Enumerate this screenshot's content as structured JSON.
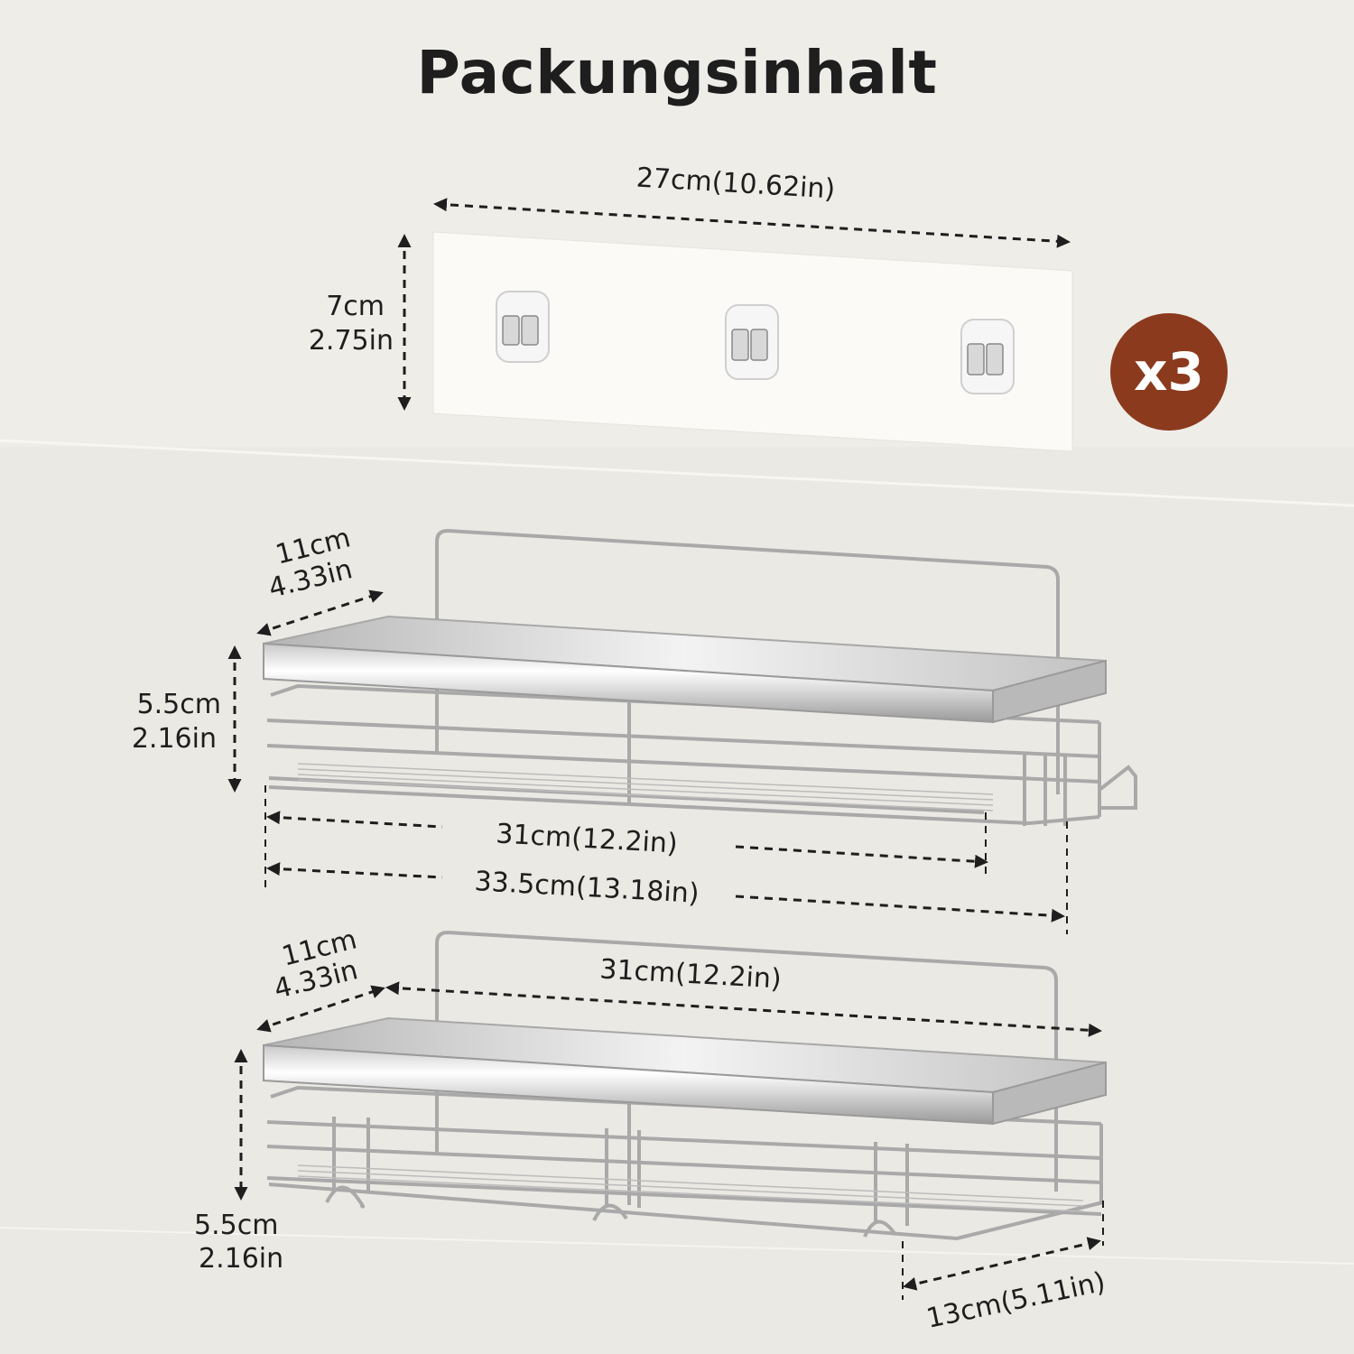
{
  "title": "Packungsinhalt",
  "badge": {
    "text": "x3",
    "color": "#8b3a1e"
  },
  "adhesive_strip": {
    "width_label": "27cm(10.62in)",
    "height_cm": "7cm",
    "height_in": "2.75in"
  },
  "shelf_top": {
    "depth_cm": "11cm",
    "depth_in": "4.33in",
    "height_cm": "5.5cm",
    "height_in": "2.16in",
    "width_inner": "31cm(12.2in)",
    "width_total": "33.5cm(13.18in)"
  },
  "shelf_bottom": {
    "depth_cm": "11cm",
    "depth_in": "4.33in",
    "width": "31cm(12.2in)",
    "height_cm": "5.5cm",
    "height_in": "2.16in",
    "side_depth": "13cm(5.11in)"
  },
  "colors": {
    "metal": "#a9a9a9",
    "text": "#1e1e1e",
    "accent": "#8b3a1e"
  }
}
